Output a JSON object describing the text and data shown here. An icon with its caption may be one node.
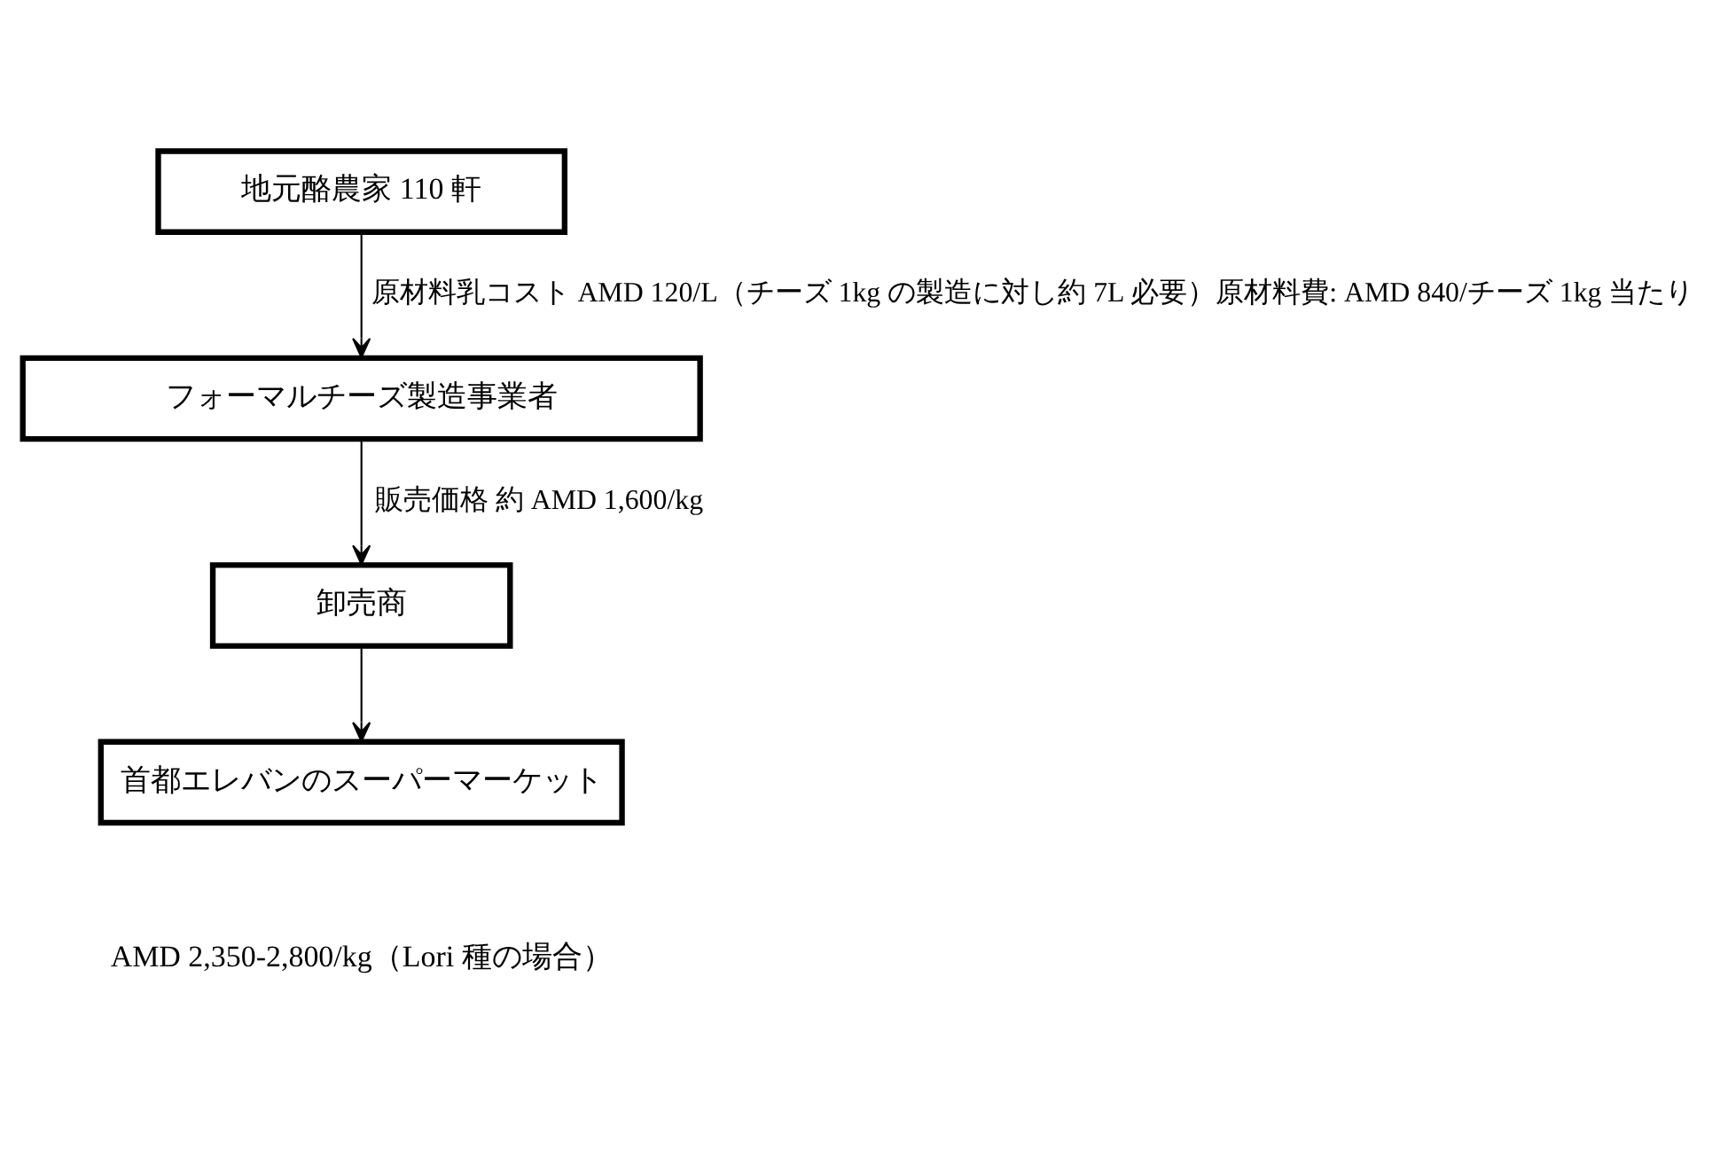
{
  "diagram": {
    "nodes": [
      {
        "text": [
          "地元酪農家 110 軒"
        ]
      },
      {
        "text": [
          "フォーマルチーズ製造事業者"
        ]
      },
      {
        "text": [
          "卸売商"
        ]
      },
      {
        "text": [
          "首都エレバンのスーパーマーケット"
        ],
        "beside": [
          "AMD 2,350-2,800/kg（Lori 種の場合）"
        ]
      }
    ],
    "edges": [
      {
        "from": 0,
        "to": 1,
        "arrow": "to",
        "label": "原材料乳コスト AMD 120/L（チーズ 1kg の製造に対し約 7L 必要）原材料費: AMD 840/チーズ 1kg 当たり"
      },
      {
        "from": 1,
        "to": 2,
        "arrow": "to",
        "label": "販売価格 約 AMD 1,600/kg"
      },
      {
        "from": 2,
        "to": 3,
        "arrow": "to"
      }
    ]
  }
}
